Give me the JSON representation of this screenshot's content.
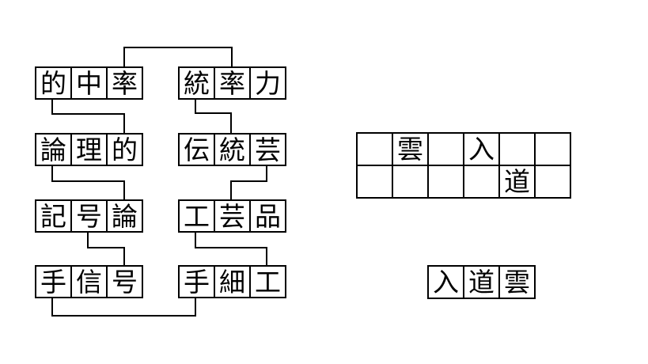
{
  "colors": {
    "background": "#ffffff",
    "line": "#000000"
  },
  "chain_puzzle": {
    "words": [
      {
        "chars": [
          "的",
          "中",
          "率"
        ]
      },
      {
        "chars": [
          "統",
          "率",
          "力"
        ]
      },
      {
        "chars": [
          "論",
          "理",
          "的"
        ]
      },
      {
        "chars": [
          "伝",
          "統",
          "芸"
        ]
      },
      {
        "chars": [
          "記",
          "号",
          "論"
        ]
      },
      {
        "chars": [
          "工",
          "芸",
          "品"
        ]
      },
      {
        "chars": [
          "手",
          "信",
          "号"
        ]
      },
      {
        "chars": [
          "手",
          "細",
          "工"
        ]
      }
    ],
    "connections": [
      {
        "between": [
          "的中率",
          "統率力"
        ],
        "shared_char": "率"
      },
      {
        "between": [
          "的中率",
          "論理的"
        ],
        "shared_char": "的"
      },
      {
        "between": [
          "統率力",
          "伝統芸"
        ],
        "shared_char": "統"
      },
      {
        "between": [
          "論理的",
          "記号論"
        ],
        "shared_char": "論"
      },
      {
        "between": [
          "伝統芸",
          "工芸品"
        ],
        "shared_char": "芸"
      },
      {
        "between": [
          "記号論",
          "手信号"
        ],
        "shared_char": "号"
      },
      {
        "between": [
          "工芸品",
          "手細工"
        ],
        "shared_char": "工"
      },
      {
        "between": [
          "手信号",
          "手細工"
        ],
        "shared_char": "手"
      }
    ]
  },
  "answer_grid": {
    "rows": [
      {
        "cells": [
          "",
          "雲",
          "",
          "入",
          "",
          ""
        ]
      },
      {
        "cells": [
          "",
          "",
          "",
          "",
          "道",
          ""
        ]
      }
    ]
  },
  "answer_word": {
    "chars": [
      "入",
      "道",
      "雲"
    ]
  }
}
